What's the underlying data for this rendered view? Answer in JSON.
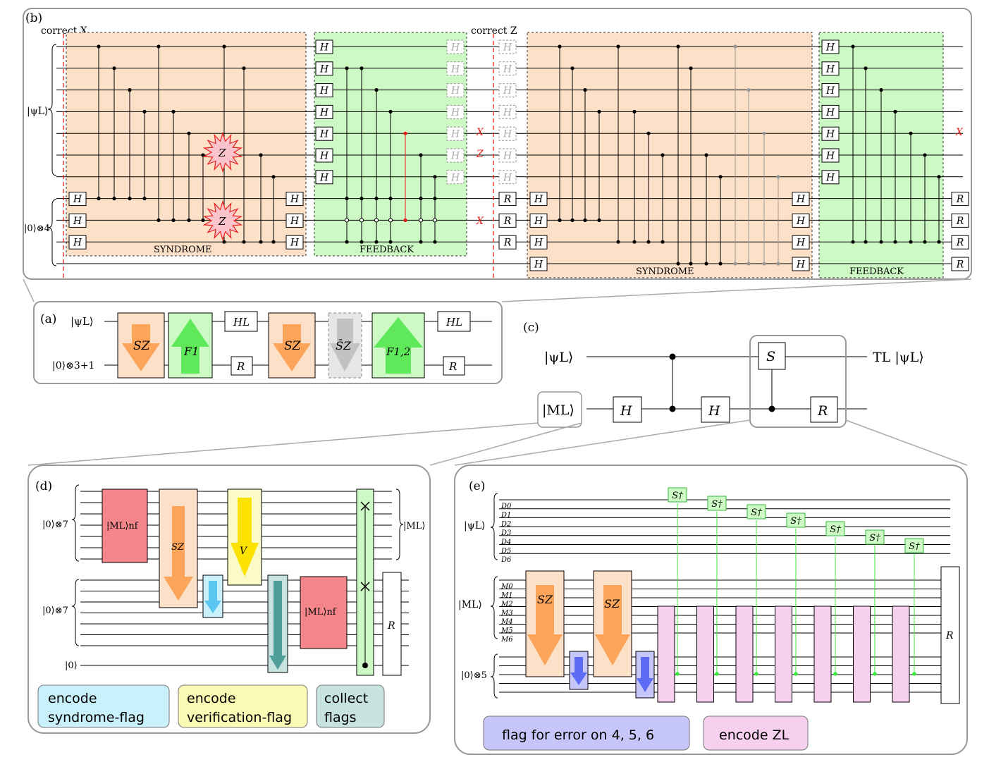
{
  "panels": {
    "b": {
      "label": "(b)",
      "correct_x": "correct X",
      "correct_z": "correct Z",
      "psi": "|ψL⟩",
      "anc": "|0⟩⊗4",
      "h": "H",
      "r": "R",
      "z": "Z",
      "x": "X",
      "syndrome": "SYNDROME",
      "feedback": "FEEDBACK"
    },
    "a": {
      "label": "(a)",
      "psi": "|ψL⟩",
      "anc": "|0⟩⊗3+1",
      "sz": "SZ",
      "f1": "F1",
      "hl": "HL",
      "r": "R",
      "szbar": "S̄Z",
      "f12": "F1,2"
    },
    "c": {
      "label": "(c)",
      "psi": "|ψL⟩",
      "ml": "|ML⟩",
      "h": "H",
      "s": "S",
      "r": "R",
      "out": "TL |ψL⟩"
    },
    "d": {
      "label": "(d)",
      "reg1": "|0⟩⊗7",
      "reg2": "|0⟩⊗7",
      "reg3": "|0⟩",
      "mlnf": "|ML⟩nf",
      "sz": "SZ",
      "v": "V",
      "r": "R",
      "out": "|ML⟩",
      "legend": [
        {
          "line1": "encode",
          "line2": "syndrome-flag",
          "color": "#c9f1fb"
        },
        {
          "line1": "encode",
          "line2": "verification-flag",
          "color": "#fbfbb5"
        },
        {
          "line1": "collect",
          "line2": "flags",
          "color": "#c6e3e0"
        }
      ]
    },
    "e": {
      "label": "(e)",
      "psi": "|ψL⟩",
      "ml": "|ML⟩",
      "anc": "|0⟩⊗5",
      "dq": [
        "D0",
        "D1",
        "D2",
        "D3",
        "D4",
        "D5",
        "D6"
      ],
      "mq": [
        "M0",
        "M1",
        "M2",
        "M3",
        "M4",
        "M5",
        "M6"
      ],
      "sd": "S†",
      "sz": "SZ",
      "r": "R",
      "legend": [
        {
          "text": "flag for error on 4, 5, 6",
          "color": "#c6c6fb"
        },
        {
          "text": "encode ZL",
          "color": "#f7d0ef"
        }
      ]
    }
  },
  "colors": {
    "syndrome": "#fde0c8",
    "feedback": "#ccf9c4",
    "arrow_orange": "#fba45a",
    "arrow_green": "#5ee85a",
    "red": "#e8201c",
    "pink": "#f7cfef",
    "flag_blue": "#5c6cf4",
    "cyan": "#5cc6f2",
    "teal": "#4e9e9a",
    "yellow": "#fbe200",
    "magenta": "#f4858a"
  }
}
